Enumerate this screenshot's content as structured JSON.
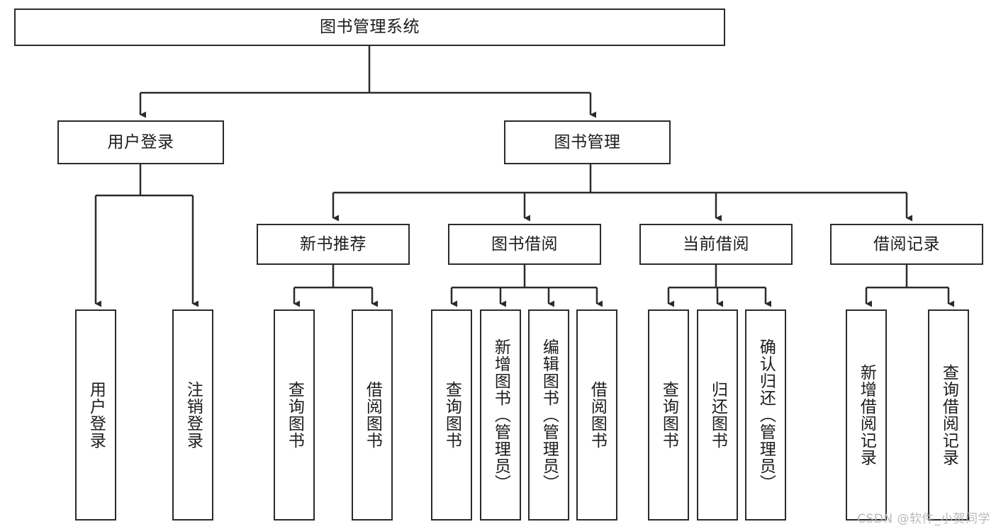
{
  "diagram": {
    "type": "hierarchy-tree",
    "title": "图书管理系统",
    "watermark": "CSDN @软件_小贺同学",
    "colors": {
      "box_border": "#2b2b2b",
      "connector": "#2b2b2b",
      "text": "#1c1c1c",
      "background": "#ffffff",
      "watermark": "#b9b9b9"
    },
    "nodes": {
      "root": {
        "label": "图书管理系统",
        "level": 1
      },
      "level2": [
        {
          "label": "用户登录",
          "level": 2
        },
        {
          "label": "图书管理",
          "level": 2
        }
      ],
      "level3": [
        {
          "label": "新书推荐",
          "level": 3,
          "parent": "图书管理"
        },
        {
          "label": "图书借阅",
          "level": 3,
          "parent": "图书管理"
        },
        {
          "label": "当前借阅",
          "level": 3,
          "parent": "图书管理"
        },
        {
          "label": "借阅记录",
          "level": 3,
          "parent": "图书管理"
        }
      ],
      "leaves": [
        {
          "label": "用户登录",
          "parent": "用户登录"
        },
        {
          "label": "注销登录",
          "parent": "用户登录"
        },
        {
          "label": "查询图书",
          "parent": "新书推荐"
        },
        {
          "label": "借阅图书",
          "parent": "新书推荐"
        },
        {
          "label": "查询图书",
          "parent": "图书借阅"
        },
        {
          "label": "新增图书（管理员）",
          "parent": "图书借阅"
        },
        {
          "label": "编辑图书（管理员）",
          "parent": "图书借阅"
        },
        {
          "label": "借阅图书",
          "parent": "图书借阅"
        },
        {
          "label": "查询图书",
          "parent": "当前借阅"
        },
        {
          "label": "归还图书",
          "parent": "当前借阅"
        },
        {
          "label": "确认归还（管理员）",
          "parent": "当前借阅"
        },
        {
          "label": "新增借阅记录",
          "parent": "借阅记录"
        },
        {
          "label": "查询借阅记录",
          "parent": "借阅记录"
        }
      ]
    }
  }
}
